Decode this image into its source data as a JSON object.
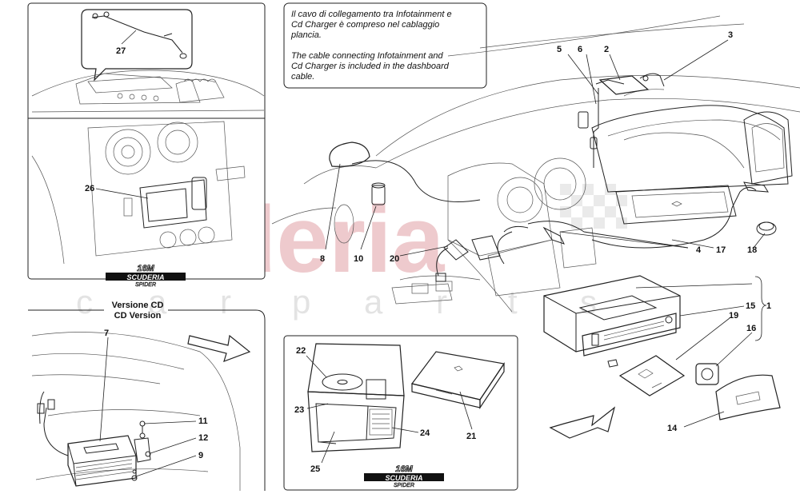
{
  "watermark": {
    "brand": "scuderia",
    "sub_letters": [
      "c",
      "a",
      "r",
      "p",
      "a",
      "r",
      "t",
      "s"
    ]
  },
  "note": {
    "italian": [
      "Il cavo di collegamento tra Infotainment e",
      "Cd Charger è compreso nel cablaggio",
      "plancia."
    ],
    "english": [
      "The cable connecting Infotainment and",
      "Cd Charger is included in the dashboard",
      "cable."
    ]
  },
  "cd_version_caption": [
    "Versione CD",
    "CD Version"
  ],
  "logos": [
    {
      "top": "16M",
      "middle": "SCUDERIA",
      "bottom": "SPIDER"
    },
    {
      "top": "16M",
      "middle": "SCUDERIA",
      "bottom": "SPIDER"
    }
  ],
  "parts": {
    "p1": "1",
    "p2": "2",
    "p3": "3",
    "p4": "4",
    "p5": "5",
    "p6": "6",
    "p7": "7",
    "p8": "8",
    "p9": "9",
    "p10": "10",
    "p11": "11",
    "p12": "12",
    "p14": "14",
    "p15": "15",
    "p16": "16",
    "p17": "17",
    "p18": "18",
    "p19": "19",
    "p20": "20",
    "p21": "21",
    "p22": "22",
    "p23": "23",
    "p24": "24",
    "p25": "25",
    "p26": "26",
    "p27": "27"
  }
}
